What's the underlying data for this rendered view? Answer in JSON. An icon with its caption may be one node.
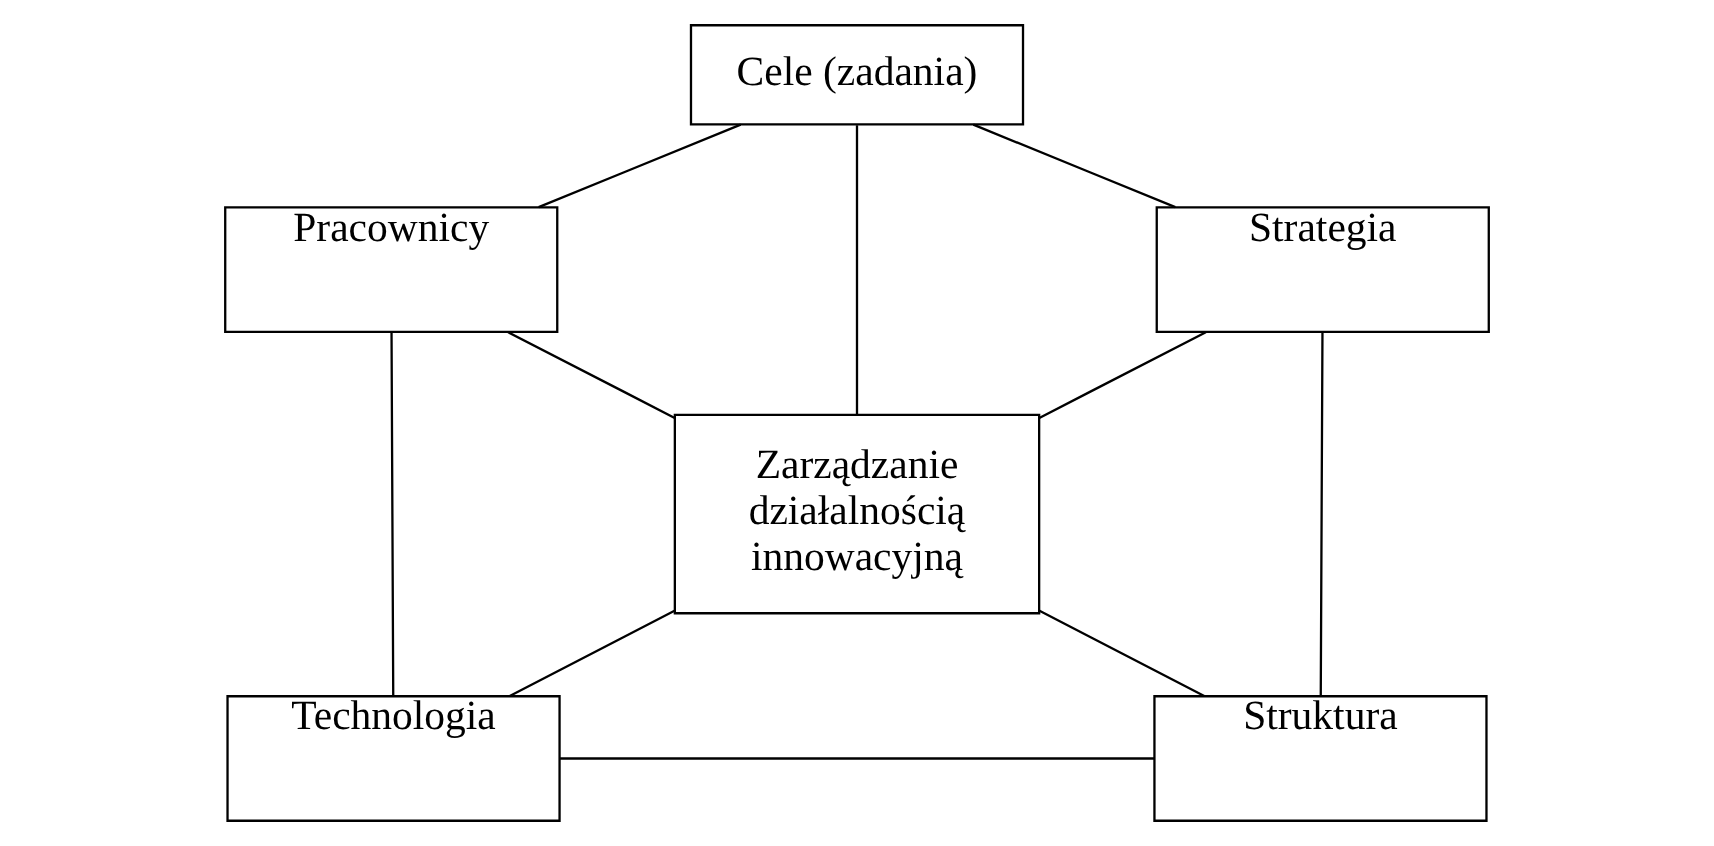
{
  "diagram": {
    "nodes": [
      {
        "text": [
          "Cele (zadania)"
        ]
      },
      {
        "text": [
          "Pracownicy"
        ]
      },
      {
        "text": [
          "Strategia"
        ]
      },
      {
        "text": [
          "Zarządzanie działalnością innowacyjną"
        ]
      },
      {
        "text": [
          "Technologia"
        ]
      },
      {
        "text": [
          "Struktura"
        ]
      }
    ],
    "edges": [
      {
        "from": 0,
        "to": 1,
        "arrow": "none"
      },
      {
        "from": 0,
        "to": 3,
        "arrow": "none"
      },
      {
        "from": 0,
        "to": 2,
        "arrow": "none"
      },
      {
        "from": 1,
        "to": 3,
        "arrow": "none"
      },
      {
        "from": 2,
        "to": 3,
        "arrow": "none"
      },
      {
        "from": 1,
        "to": 4,
        "arrow": "none"
      },
      {
        "from": 2,
        "to": 5,
        "arrow": "none"
      },
      {
        "from": 3,
        "to": 4,
        "arrow": "none"
      },
      {
        "from": 3,
        "to": 5,
        "arrow": "none"
      },
      {
        "from": 4,
        "to": 5,
        "arrow": "none"
      }
    ]
  }
}
